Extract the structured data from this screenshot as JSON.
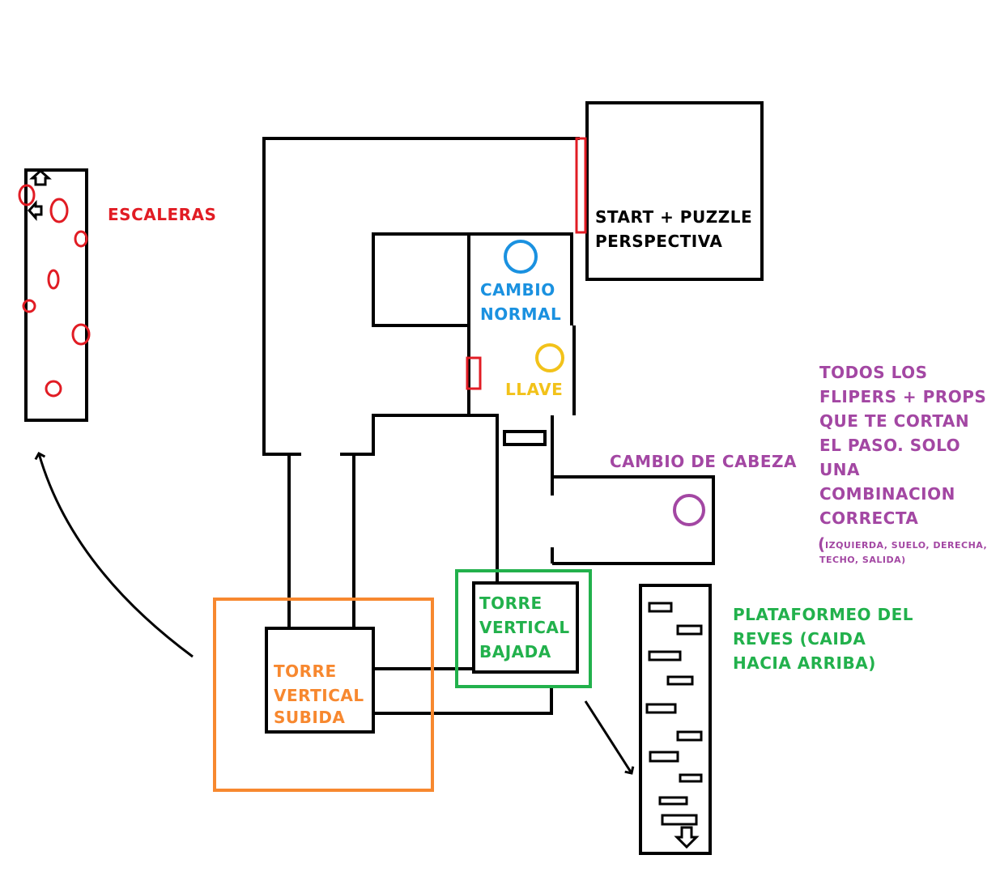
{
  "colors": {
    "line": "#000000",
    "red": "#e11c24",
    "blue": "#1a91e0",
    "yellow": "#f2c21a",
    "purple": "#a347a3",
    "green": "#22b14c",
    "orange": "#f7882f"
  },
  "labels": {
    "start_line1": "START + PUZZLE",
    "start_line2": "PERSPECTIVA",
    "cambio_normal_1": "CAMBIO",
    "cambio_normal_2": "NORMAL",
    "llave": "LLAVE",
    "escaleras": "ESCALERAS",
    "cambio_cabeza": "CAMBIO DE CABEZA",
    "flipers": [
      "TODOS LOS",
      "FLIPERS + PROPS",
      "QUE TE CORTAN",
      "EL PASO. SOLO",
      "UNA",
      "COMBINACION",
      "CORRECTA"
    ],
    "flipers_paren_open": "(",
    "flipers_small_1": "IZQUIERDA, SUELO, DERECHA,",
    "flipers_small_2": "TECHO, SALIDA)",
    "torre_bajada": [
      "TORRE",
      "VERTICAL",
      "BAJADA"
    ],
    "torre_subida": [
      "TORRE",
      "VERTICAL",
      "SUBIDA"
    ],
    "plataformeo": [
      "PLATAFORMEO DEL",
      "REVES (CAIDA",
      "HACIA ARRIBA)"
    ]
  }
}
